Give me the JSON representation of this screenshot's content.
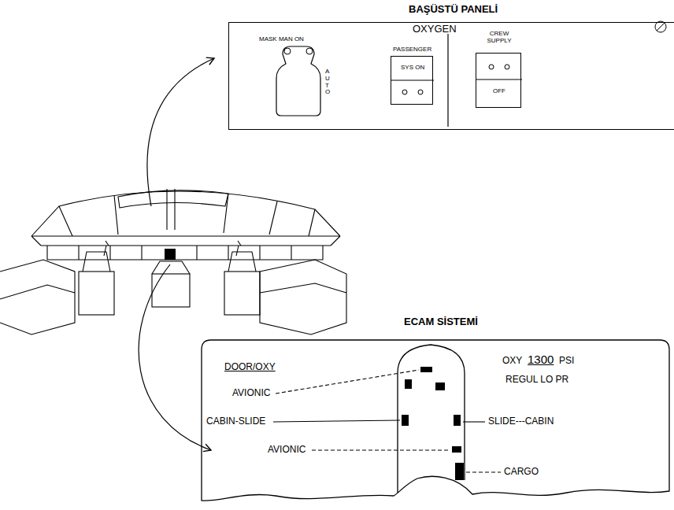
{
  "diagram": {
    "nodes": [
      {
        "text": [
          "BAŞÜSTÜ PANELİ",
          "OXYGEN",
          "MASK MAN ON",
          "AUTO"
        ]
      },
      {
        "text": [
          "PASSENGER",
          "SYS ON"
        ],
        "in": 0
      },
      {
        "text": [
          "CREW SUPPLY",
          "OFF"
        ],
        "in": 0
      },
      {
        "text": [
          "ECAM SİSTEMİ",
          "DOOR/OXY",
          "OXY",
          "1300",
          "PSI",
          "REGUL LO PR",
          "AVIONIC",
          "CABIN-SLIDE",
          "SLIDE---CABIN",
          "AVIONIC",
          "CARGO"
        ]
      }
    ]
  }
}
